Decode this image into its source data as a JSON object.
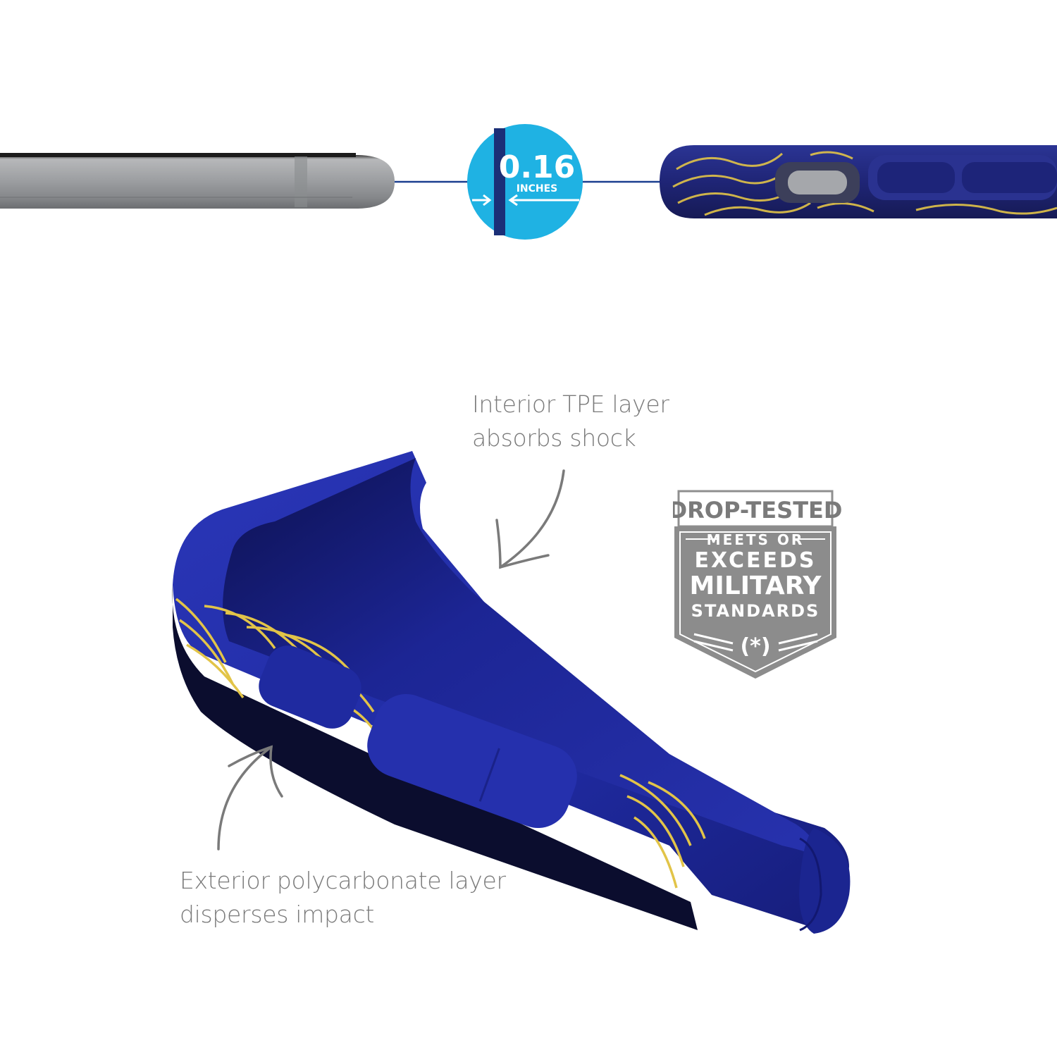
{
  "thickness_badge": {
    "value": "0.16",
    "unit": "INCHES"
  },
  "callouts": {
    "interior": {
      "line1": "Interior TPE layer",
      "line2": "absorbs shock"
    },
    "exterior": {
      "line1": "Exterior polycarbonate layer",
      "line2": "disperses impact"
    }
  },
  "drop_badge": {
    "header": "DROP-TESTED",
    "line1": "MEETS OR",
    "line2": "EXCEEDS",
    "line3": "MILITARY",
    "line4": "STANDARDS",
    "emblem": "(*)"
  },
  "colors": {
    "case_blue": "#1e2aa0",
    "badge_cyan": "#1fb2e3",
    "pattern_gold": "#e2c448",
    "text_gray": "#7a7a7a"
  },
  "icons": {
    "phone": "phone-edge-icon",
    "case": "case-edge-icon",
    "arrow": "curved-arrow-icon",
    "badge": "shield-icon"
  }
}
